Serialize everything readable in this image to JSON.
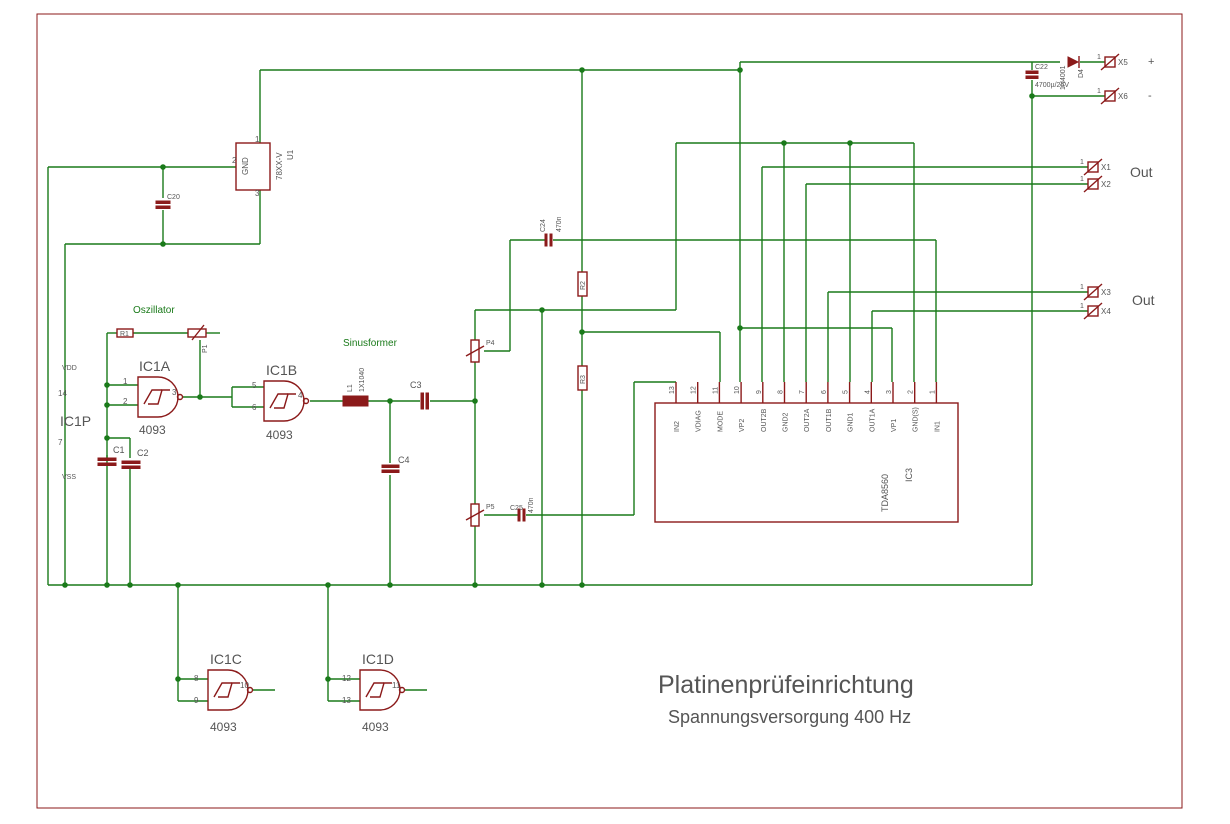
{
  "title": "Platinenprüfeinrichtung",
  "subtitle": "Spannungsversorgung 400 Hz",
  "labels": {
    "oszillator": "Oszillator",
    "sinusformer": "Sinusformer",
    "out1": "Out",
    "out2": "Out",
    "plus": "+",
    "minus": "-"
  },
  "gates": [
    {
      "name": "IC1A",
      "type": "4093",
      "pins": [
        "1",
        "2",
        "3"
      ]
    },
    {
      "name": "IC1B",
      "type": "4093",
      "pins": [
        "5",
        "6",
        "4"
      ]
    },
    {
      "name": "IC1C",
      "type": "4093",
      "pins": [
        "8",
        "9",
        "10"
      ]
    },
    {
      "name": "IC1D",
      "type": "4093",
      "pins": [
        "12",
        "13",
        "11"
      ]
    }
  ],
  "ic1p": {
    "name": "IC1P",
    "vdd": "VDD",
    "vss": "VSS",
    "pin_vdd": "14",
    "pin_vss": "7"
  },
  "regulator": {
    "name": "U1",
    "type": "78XX-V",
    "gnd": "GND",
    "pin1": "1",
    "pin2": "2",
    "pin3": "3"
  },
  "components": {
    "r1": "R1",
    "p1": "P1",
    "c1": "C1",
    "c2": "C2",
    "c20": "C20",
    "l1": "L1",
    "l1_val": "1X1040",
    "c3": "C3",
    "c4": "C4",
    "p4": "P4",
    "p5": "P5",
    "c24": "C24",
    "c24_val": "470n",
    "c25": "C25",
    "c25_val": "470n",
    "r2": "R2",
    "r3": "R3",
    "c22": "C22",
    "c22_val": "4700µ/25V",
    "d4": "D4",
    "d4_val": "1N4001"
  },
  "connectors": [
    "X1",
    "X2",
    "X3",
    "X4",
    "X5",
    "X6"
  ],
  "connector_pin": "1",
  "ic3": {
    "name": "IC3",
    "type": "TDA8560",
    "pins": [
      {
        "num": "13",
        "label": "IN2"
      },
      {
        "num": "12",
        "label": "VDIAG"
      },
      {
        "num": "11",
        "label": "MODE"
      },
      {
        "num": "10",
        "label": "VP2"
      },
      {
        "num": "9",
        "label": "OUT2B"
      },
      {
        "num": "8",
        "label": "GND2"
      },
      {
        "num": "7",
        "label": "OUT2A"
      },
      {
        "num": "6",
        "label": "OUT1B"
      },
      {
        "num": "5",
        "label": "GND1"
      },
      {
        "num": "4",
        "label": "OUT1A"
      },
      {
        "num": "3",
        "label": "VP1"
      },
      {
        "num": "2",
        "label": "GND(S)"
      },
      {
        "num": "1",
        "label": "IN1"
      }
    ]
  }
}
